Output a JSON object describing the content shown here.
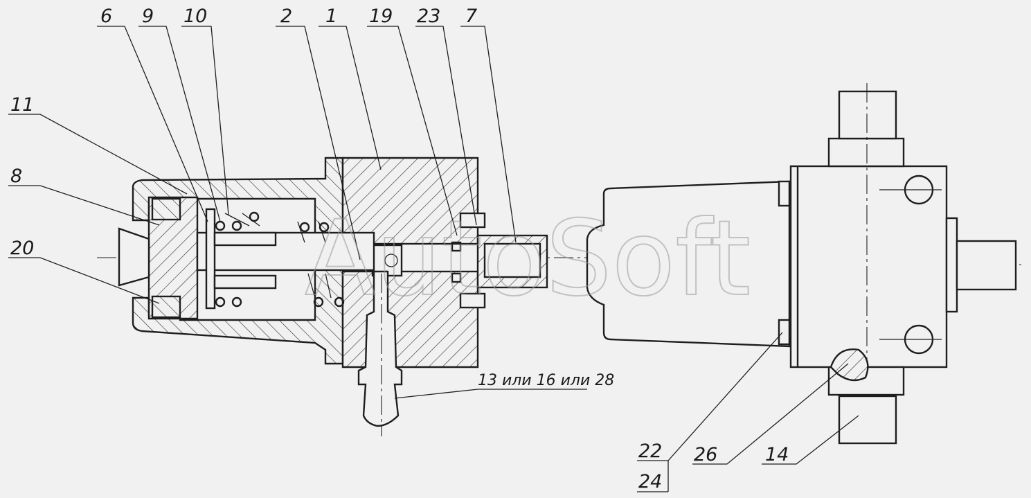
{
  "watermark": "AutoSoft",
  "callouts": {
    "c6": "6",
    "c9": "9",
    "c10": "10",
    "c2": "2",
    "c1": "1",
    "c19": "19",
    "c23": "23",
    "c7": "7",
    "c11": "11",
    "c8": "8",
    "c20": "20",
    "c13": "13 или 16 или 28",
    "c22": "22",
    "c24": "24",
    "c26": "26",
    "c14": "14"
  }
}
